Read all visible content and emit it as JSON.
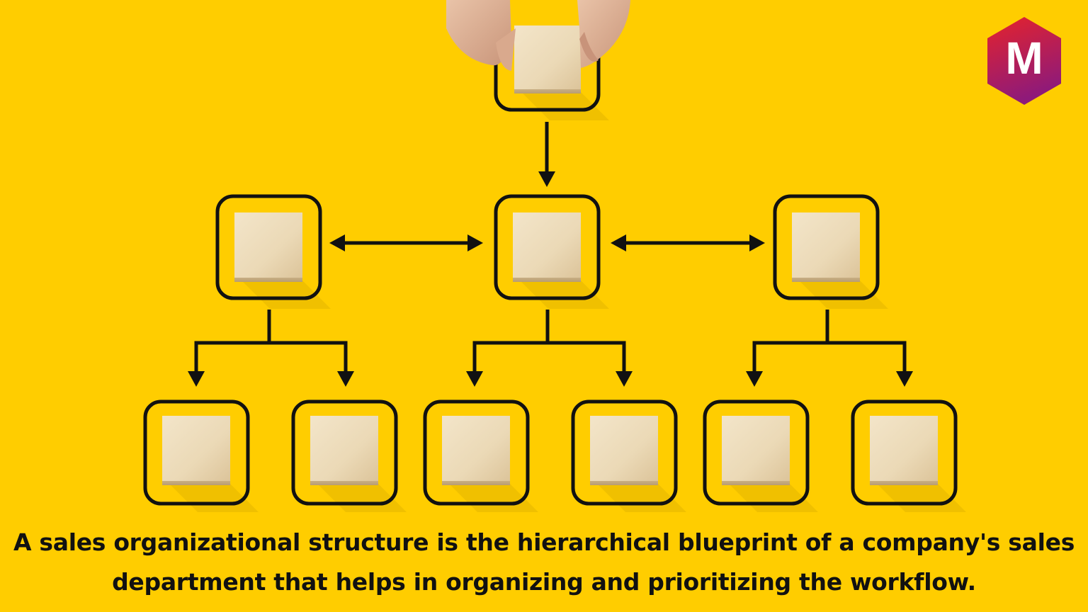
{
  "caption": {
    "line1": "A sales organizational structure is the hierarchical blueprint of a company's sales",
    "line2": "department that helps in organizing and prioritizing the workflow."
  },
  "logo": {
    "letter": "M",
    "colors": {
      "top": "#E6232B",
      "bottom": "#8E1A7A",
      "text": "#FFFFFF"
    }
  },
  "colors": {
    "background": "#FFCD00",
    "stroke": "#111111",
    "wood": "#EEDDBD"
  },
  "hierarchy": {
    "levels": [
      1,
      3,
      6
    ]
  }
}
